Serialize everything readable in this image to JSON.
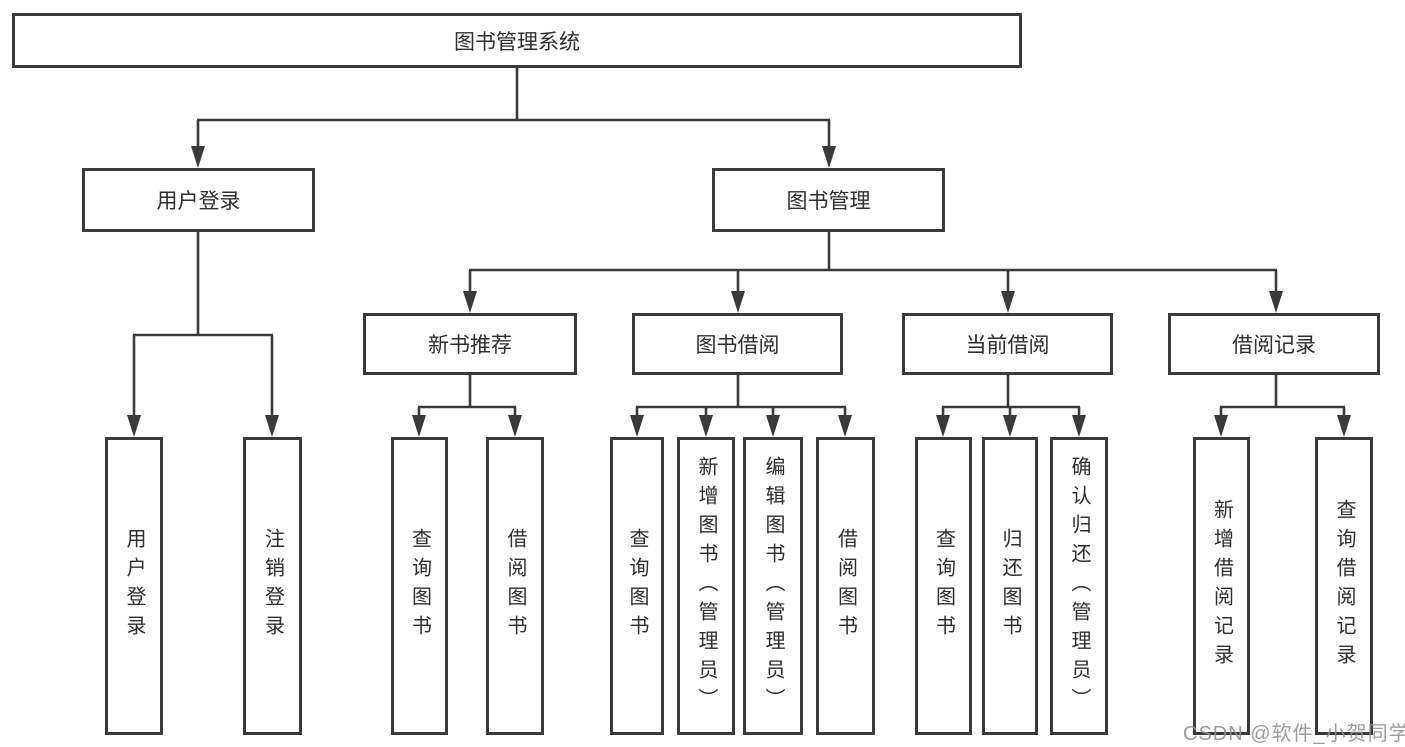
{
  "diagram": {
    "root": {
      "label": "图书管理系统"
    },
    "level2": [
      {
        "label": "用户登录"
      },
      {
        "label": "图书管理"
      }
    ],
    "level3": [
      {
        "label": "新书推荐"
      },
      {
        "label": "图书借阅"
      },
      {
        "label": "当前借阅"
      },
      {
        "label": "借阅记录"
      }
    ],
    "leaves": [
      {
        "label": "用户登录"
      },
      {
        "label": "注销登录"
      },
      {
        "label": "查询图书"
      },
      {
        "label": "借阅图书"
      },
      {
        "label": "查询图书"
      },
      {
        "label": "新增图书（管理员）"
      },
      {
        "label": "编辑图书（管理员）"
      },
      {
        "label": "借阅图书"
      },
      {
        "label": "查询图书"
      },
      {
        "label": "归还图书"
      },
      {
        "label": "确认归还（管理员）"
      },
      {
        "label": "新增借阅记录"
      },
      {
        "label": "查询借阅记录"
      }
    ],
    "colors": {
      "line": "#3a3a3a",
      "text": "#2e2e2e",
      "background": "#ffffff"
    }
  },
  "watermark": {
    "text": "CSDN @软件_小贺同学"
  }
}
